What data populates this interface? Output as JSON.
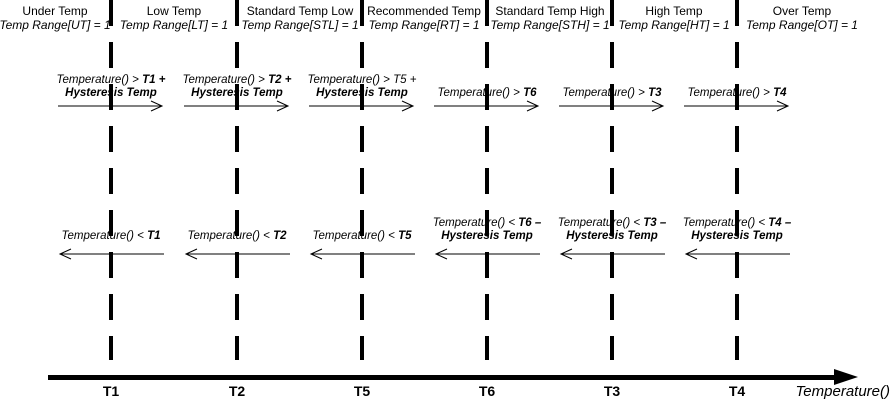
{
  "regions": [
    {
      "name": "Under Temp",
      "condition": "Temp Range[UT] = 1"
    },
    {
      "name": "Low Temp",
      "condition": "Temp Range[LT] = 1"
    },
    {
      "name": "Standard Temp Low",
      "condition": "Temp Range[STL] = 1"
    },
    {
      "name": "Recommended Temp",
      "condition": "Temp Range[RT] = 1"
    },
    {
      "name": "Standard Temp High",
      "condition": "Temp Range[STH] = 1"
    },
    {
      "name": "High Temp",
      "condition": "Temp Range[HT] = 1"
    },
    {
      "name": "Over Temp",
      "condition": "Temp Range[OT] = 1"
    }
  ],
  "transitions_up": [
    {
      "pre": "Temperature() > ",
      "threshold": "T1 +",
      "line2": "Hysteresis Temp"
    },
    {
      "pre": "Temperature() > ",
      "threshold": "T2 +",
      "line2": "Hysteresis Temp"
    },
    {
      "pre": "Temperature() > ",
      "threshold": "T5 +",
      "line2": "Hysteresis Temp"
    },
    {
      "pre": "Temperature() > ",
      "threshold": "T6"
    },
    {
      "pre": "Temperature() > ",
      "threshold": "T3"
    },
    {
      "pre": "Temperature() > ",
      "threshold": "T4"
    }
  ],
  "transitions_down": [
    {
      "pre": "Temperature() < ",
      "threshold": "T1"
    },
    {
      "pre": "Temperature() < ",
      "threshold": "T2"
    },
    {
      "pre": "Temperature() < ",
      "threshold": "T5"
    },
    {
      "pre": "Temperature() < ",
      "threshold": "T6 –",
      "line2": "Hysteresis Temp"
    },
    {
      "pre": "Temperature() < ",
      "threshold": "T3 –",
      "line2": "Hysteresis Temp"
    },
    {
      "pre": "Temperature() < ",
      "threshold": "T4 –",
      "line2": "Hysteresis Temp"
    }
  ],
  "axis": {
    "ticks": [
      "T1",
      "T2",
      "T5",
      "T6",
      "T3",
      "T4"
    ],
    "label": "Temperature()"
  },
  "colors": {
    "line": "#000000",
    "background": "#ffffff"
  }
}
